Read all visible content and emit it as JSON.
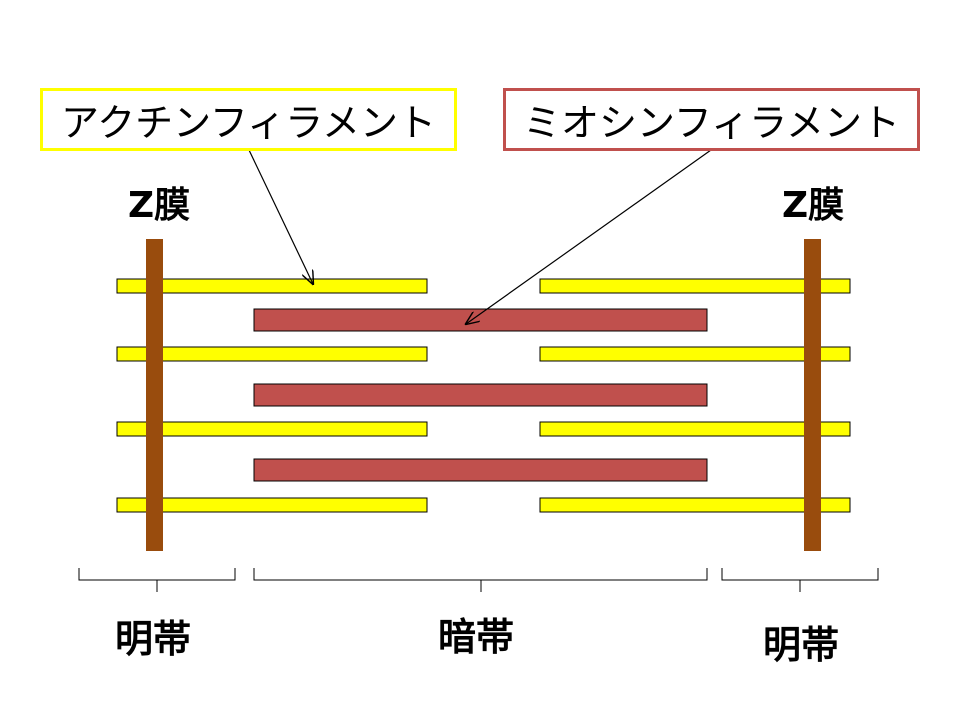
{
  "labels": {
    "actin": "アクチンフィラメント",
    "myosin": "ミオシンフィラメント",
    "z_left": "Z膜",
    "z_right": "Z膜",
    "light_band_left": "明帯",
    "dark_band": "暗帯",
    "light_band_right": "明帯"
  },
  "colors": {
    "actin_fill": "#ffff00",
    "myosin_fill": "#c0504d",
    "z_line": "#994c0d",
    "actin_label_border": "#ffff00",
    "myosin_label_border": "#c0504d"
  }
}
